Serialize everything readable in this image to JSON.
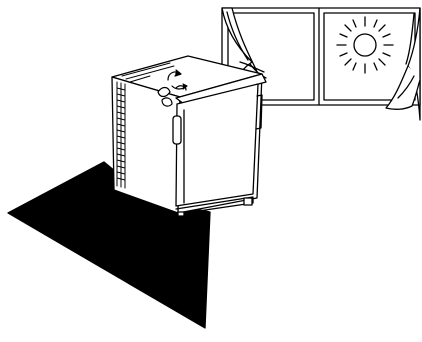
{
  "illustration": {
    "subject": "minibar-refrigerator",
    "elements": [
      "floor-shadow",
      "refrigerator",
      "window",
      "sun-icon",
      "airflow-arrows-icon"
    ]
  },
  "colors": {
    "stroke": "#000000",
    "background": "#ffffff",
    "shadow": "#000000"
  }
}
